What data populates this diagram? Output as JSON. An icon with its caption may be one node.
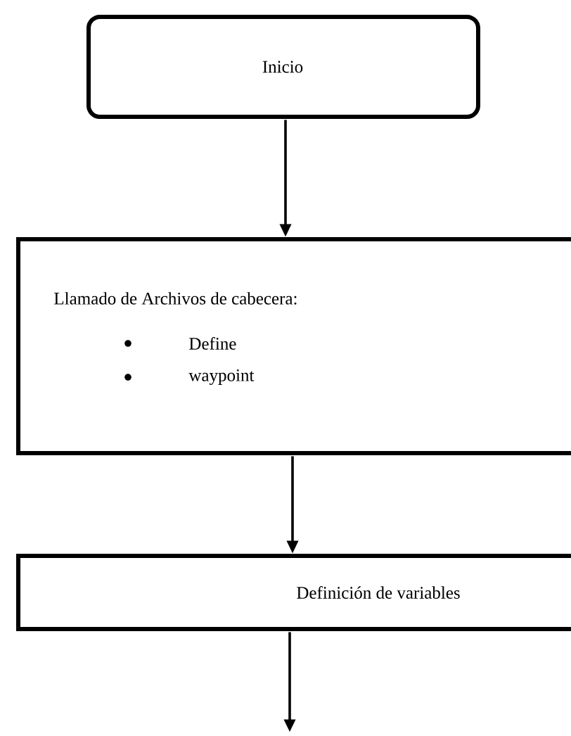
{
  "diagram": {
    "nodes": [
      {
        "text": [
          "Inicio"
        ]
      },
      {
        "text": [
          "Llamado de Archivos de cabecera:",
          "Define",
          "waypoint"
        ]
      },
      {
        "text": [
          "Definición de variables"
        ]
      }
    ],
    "edges": [
      {
        "from": 0,
        "to": 1,
        "arrow": "to"
      },
      {
        "from": 1,
        "to": 2,
        "arrow": "to"
      },
      {
        "from": 2,
        "to": null,
        "arrow": "to"
      }
    ]
  }
}
